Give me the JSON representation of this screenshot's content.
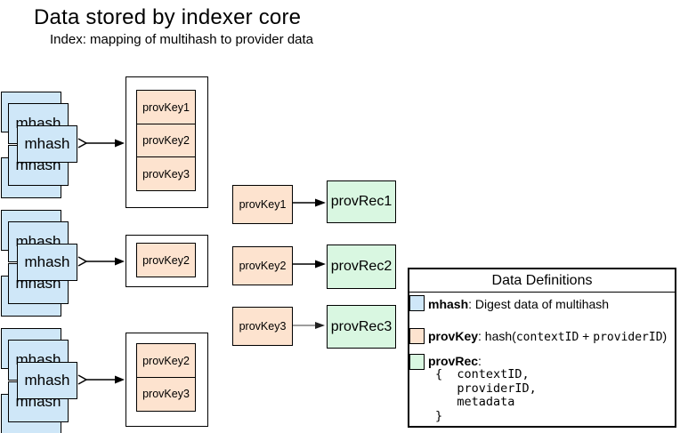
{
  "header": {
    "title": "Data stored by indexer core",
    "subtitle": "Index: mapping of multihash to provider data"
  },
  "colors": {
    "mhash_fill": "#cfe7f8",
    "provkey_fill": "#fde3cf",
    "provrec_fill": "#d9f7e1",
    "box_border": "#000000"
  },
  "mhash_label": "mhash",
  "index_groups": [
    {
      "provkeys": [
        "provKey1",
        "provKey2",
        "provKey3"
      ]
    },
    {
      "provkeys": [
        "provKey2"
      ]
    },
    {
      "provkeys": [
        "provKey2",
        "provKey3"
      ]
    }
  ],
  "kv_mappings": [
    {
      "key": "provKey1",
      "value": "provRec1"
    },
    {
      "key": "provKey2",
      "value": "provRec2"
    },
    {
      "key": "provKey3",
      "value": "provRec3"
    }
  ],
  "legend": {
    "title": "Data Definitions",
    "mhash_term": "mhash",
    "mhash_desc": ": Digest data of multihash",
    "provkey_term": "provKey",
    "provkey_desc_prefix": ": hash(",
    "provkey_arg1": "contextID",
    "provkey_desc_mid": " + ",
    "provkey_arg2": "providerID",
    "provkey_desc_suffix": ")",
    "provrec_term": "provRec",
    "provrec_colon": ":",
    "provrec_block": "{  contextID,\n   providerID,\n   metadata\n}"
  }
}
